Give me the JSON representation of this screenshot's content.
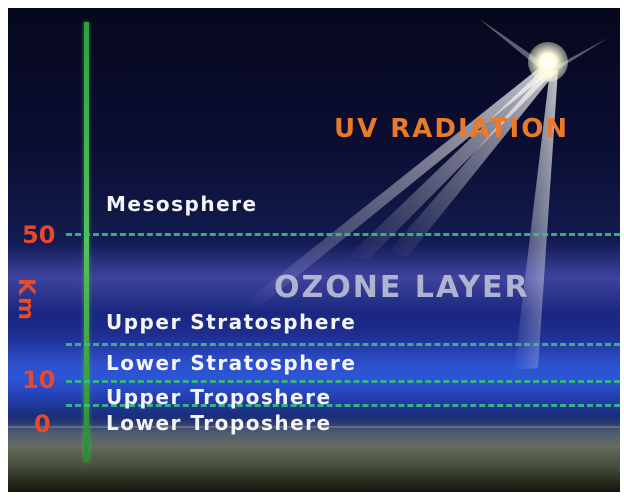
{
  "diagram": {
    "source_label": "UV RADIATION",
    "layer_label": "OZONE LAYER",
    "axis_unit": "Km",
    "ticks": [
      {
        "label": "50"
      },
      {
        "label": "10"
      },
      {
        "label": "0"
      }
    ],
    "regions": [
      {
        "label": "Mesosphere"
      },
      {
        "label": "Upper Stratosphere"
      },
      {
        "label": "Lower Stratosphere"
      },
      {
        "label": "Upper Troposhere"
      },
      {
        "label": "Lower Troposhere"
      }
    ],
    "colors": {
      "axis": "#2ea043",
      "levels": "#3dbd7d",
      "km_labels": "#e64a2a",
      "uv_label": "#ea7a2a",
      "region_labels": "#f4f4f6",
      "ozone_label": "#c6c8da"
    }
  }
}
